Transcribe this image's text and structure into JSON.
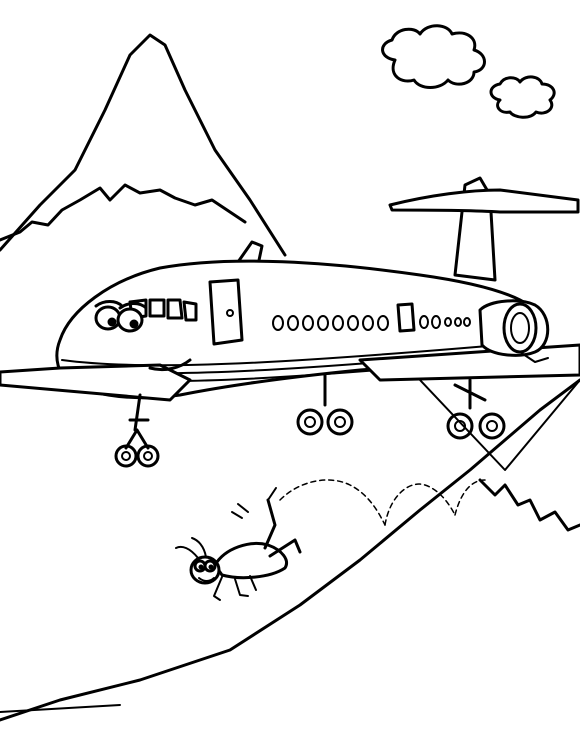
{
  "scene": {
    "kind": "coloring-page",
    "colors": {
      "ink": "#000000",
      "paper": "#ffffff"
    },
    "subjects": [
      "airplane",
      "mountain",
      "clouds",
      "grasshopper",
      "hill"
    ]
  }
}
